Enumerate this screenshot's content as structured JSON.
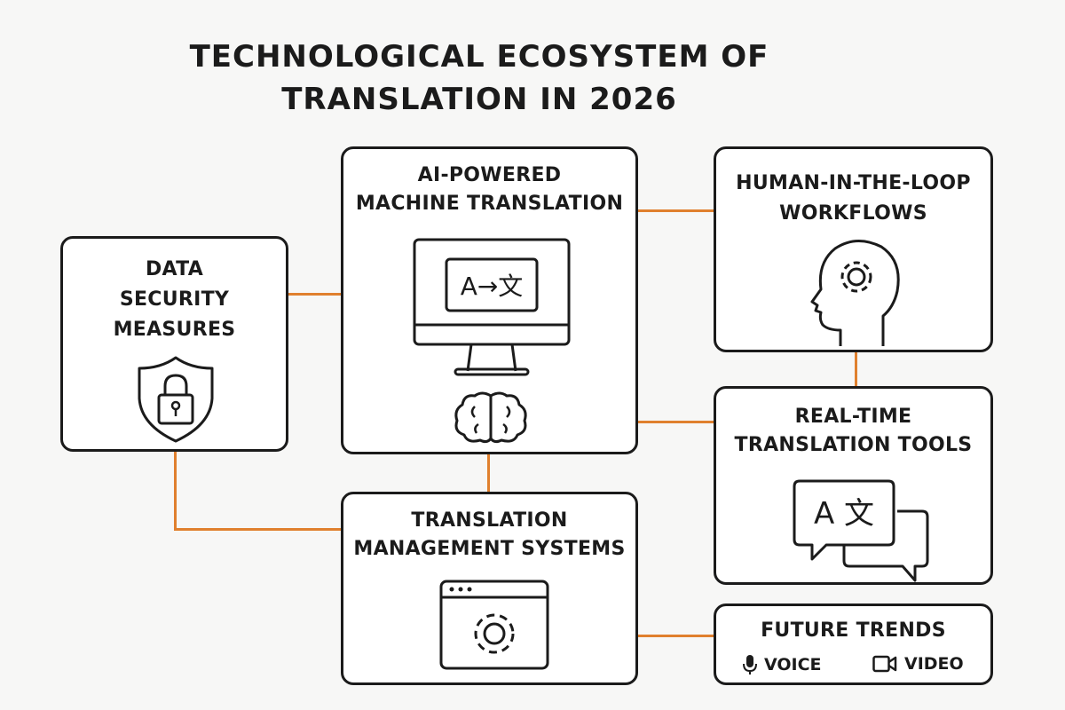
{
  "title": [
    "TECHNOLOGICAL ECOSYSTEM OF",
    "TRANSLATION IN 2026"
  ],
  "colors": {
    "connector": "#e0802e",
    "stroke": "#1b1b1b",
    "background": "#f7f7f6",
    "box_fill": "#ffffff"
  },
  "nodes": {
    "data_security": {
      "label": [
        "DATA",
        "SECURITY",
        "MEASURES"
      ],
      "icon": "shield-lock-icon"
    },
    "ai_mt": {
      "label": [
        "AI-POWERED",
        "MACHINE TRANSLATION"
      ],
      "icon": "monitor-translate-icon",
      "screen_text": "A→文",
      "icon2": "brain-icon"
    },
    "hitl": {
      "label": [
        "HUMAN-IN-THE-LOOP",
        "WORKFLOWS"
      ],
      "icon": "head-gear-icon"
    },
    "realtime": {
      "label": [
        "REAL-TIME",
        "TRANSLATION TOOLS"
      ],
      "icon": "chat-bubbles-icon",
      "bubble_text": "A 文"
    },
    "tms": {
      "label": [
        "TRANSLATION",
        "MANAGEMENT SYSTEMS"
      ],
      "icon": "browser-gear-icon"
    },
    "future": {
      "label": "FUTURE TRENDS",
      "items": [
        {
          "icon": "microphone-icon",
          "label": "VOICE"
        },
        {
          "icon": "video-camera-icon",
          "label": "VIDEO"
        }
      ]
    }
  },
  "edges": [
    [
      "data_security",
      "ai_mt"
    ],
    [
      "ai_mt",
      "hitl"
    ],
    [
      "ai_mt",
      "realtime"
    ],
    [
      "hitl",
      "realtime"
    ],
    [
      "ai_mt",
      "tms"
    ],
    [
      "data_security",
      "tms"
    ],
    [
      "tms",
      "future"
    ]
  ]
}
